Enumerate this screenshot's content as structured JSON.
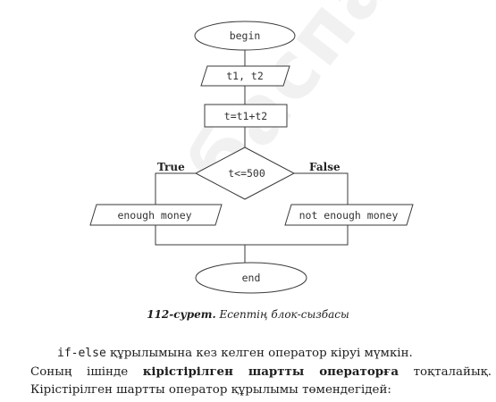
{
  "watermark": "баспас",
  "flowchart": {
    "begin": "begin",
    "input": "t1, t2",
    "process": "t=t1+t2",
    "condition": "t<=500",
    "true_label": "True",
    "false_label": "False",
    "true_output": "enough money",
    "false_output": "not enough money",
    "end": "end"
  },
  "caption": {
    "number": "112-сурет.",
    "title": "Есептің блок-сызбасы"
  },
  "paragraph": {
    "line1_code": "if-else",
    "line1_rest": " құрылымына кез келген оператор кіруі мүмкін.",
    "line2_start": "Соның ішінде ",
    "line2_bold": "кірістірілген шартты операторға",
    "line2_end": " тоқталайық.",
    "line3": "Кірістірілген шартты оператор құрылымы төмендегідей:"
  }
}
